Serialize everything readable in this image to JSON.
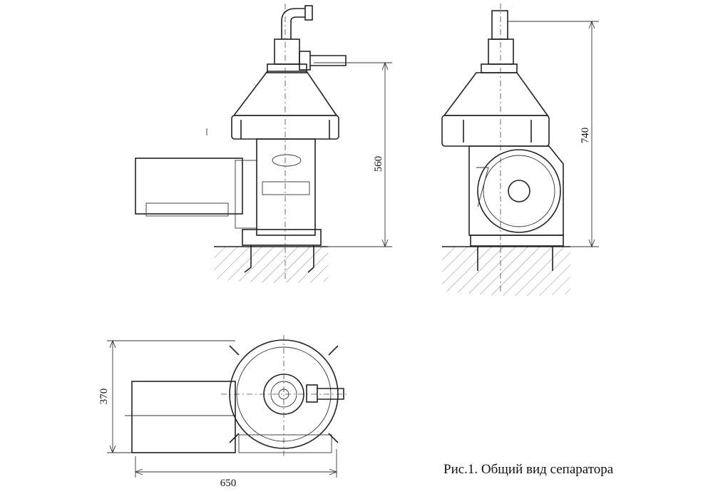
{
  "dimensions": {
    "front_height": "560",
    "side_height": "740",
    "plan_depth": "370",
    "plan_length": "650"
  },
  "caption": "Рис.1. Общий вид сепаратора"
}
